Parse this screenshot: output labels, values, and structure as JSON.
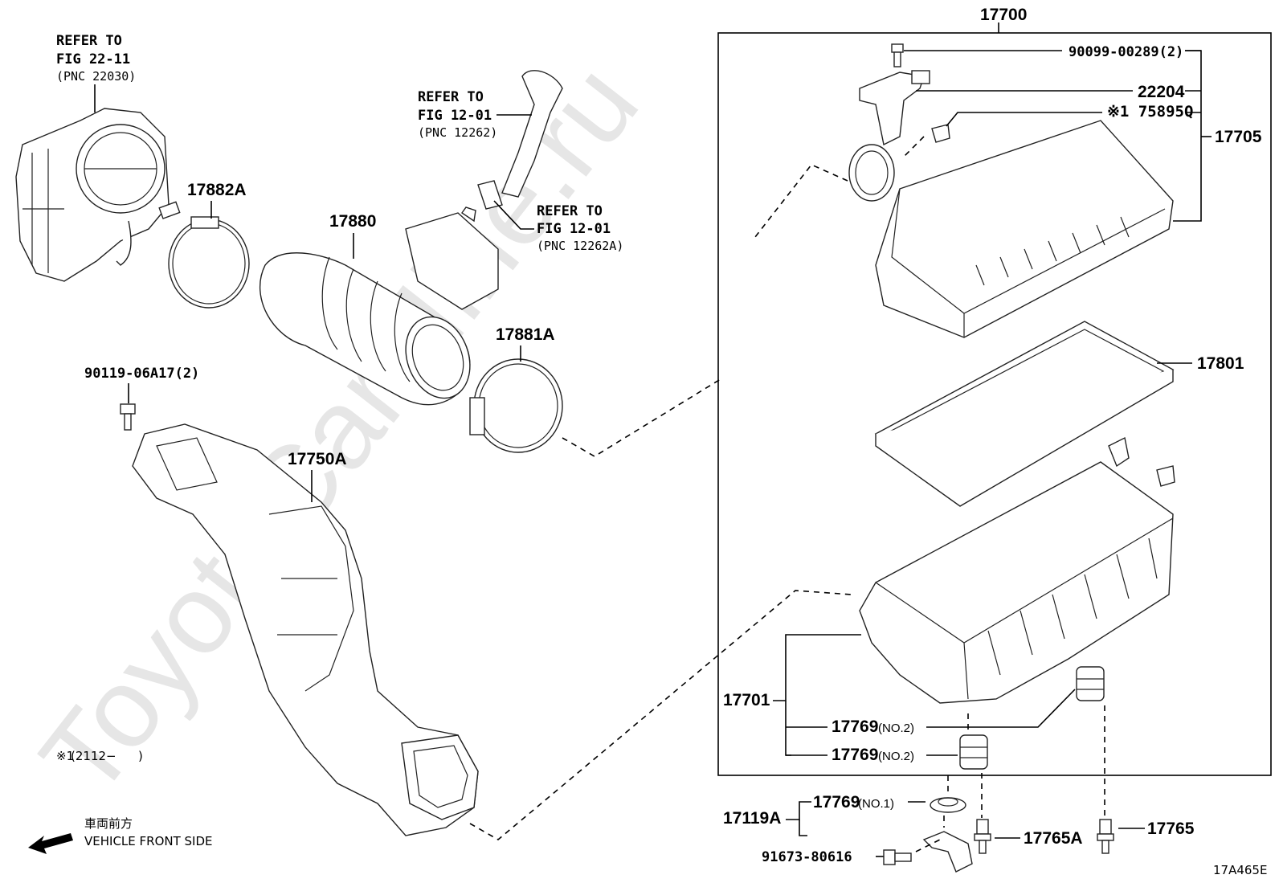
{
  "watermark": "ToyotaCarMine.ru",
  "assembly": {
    "number": "17700"
  },
  "labels": {
    "refer_throttle": [
      "REFER TO",
      "FIG 22-11",
      "(PNC 22030)"
    ],
    "refer_hose_a": [
      "REFER TO",
      "FIG 12-01",
      "(PNC 12262)"
    ],
    "refer_hose_b": [
      "REFER TO",
      "FIG 12-01",
      "(PNC 12262A)"
    ],
    "clamp_a": "17882A",
    "hose": "17880",
    "clamp_b": "17881A",
    "bolt_top_left": "90119-06A17(2)",
    "inlet_duct": "17750A",
    "screw": "90099-00289(2)",
    "sensor": "22204",
    "label_sticker": "※1 75895Q",
    "cap_sub": "17705",
    "element": "17801",
    "case": "17701",
    "grommet_a_num": "17769",
    "grommet_a_note": "(NO.2)",
    "grommet_b_num": "17769",
    "grommet_b_note": "(NO.2)",
    "bracket_group": "17119A",
    "grommet_c_num": "17769",
    "grommet_c_note": "(NO.1)",
    "pin_a": "17765A",
    "pin_b": "17765",
    "bolt_bottom": "91673-80616"
  },
  "footnote": {
    "marker": "※1",
    "text": "(2112−",
    "close": ")"
  },
  "direction": {
    "jp": "車両前方",
    "en": "VEHICLE FRONT SIDE"
  },
  "figure_code": "17A465E"
}
